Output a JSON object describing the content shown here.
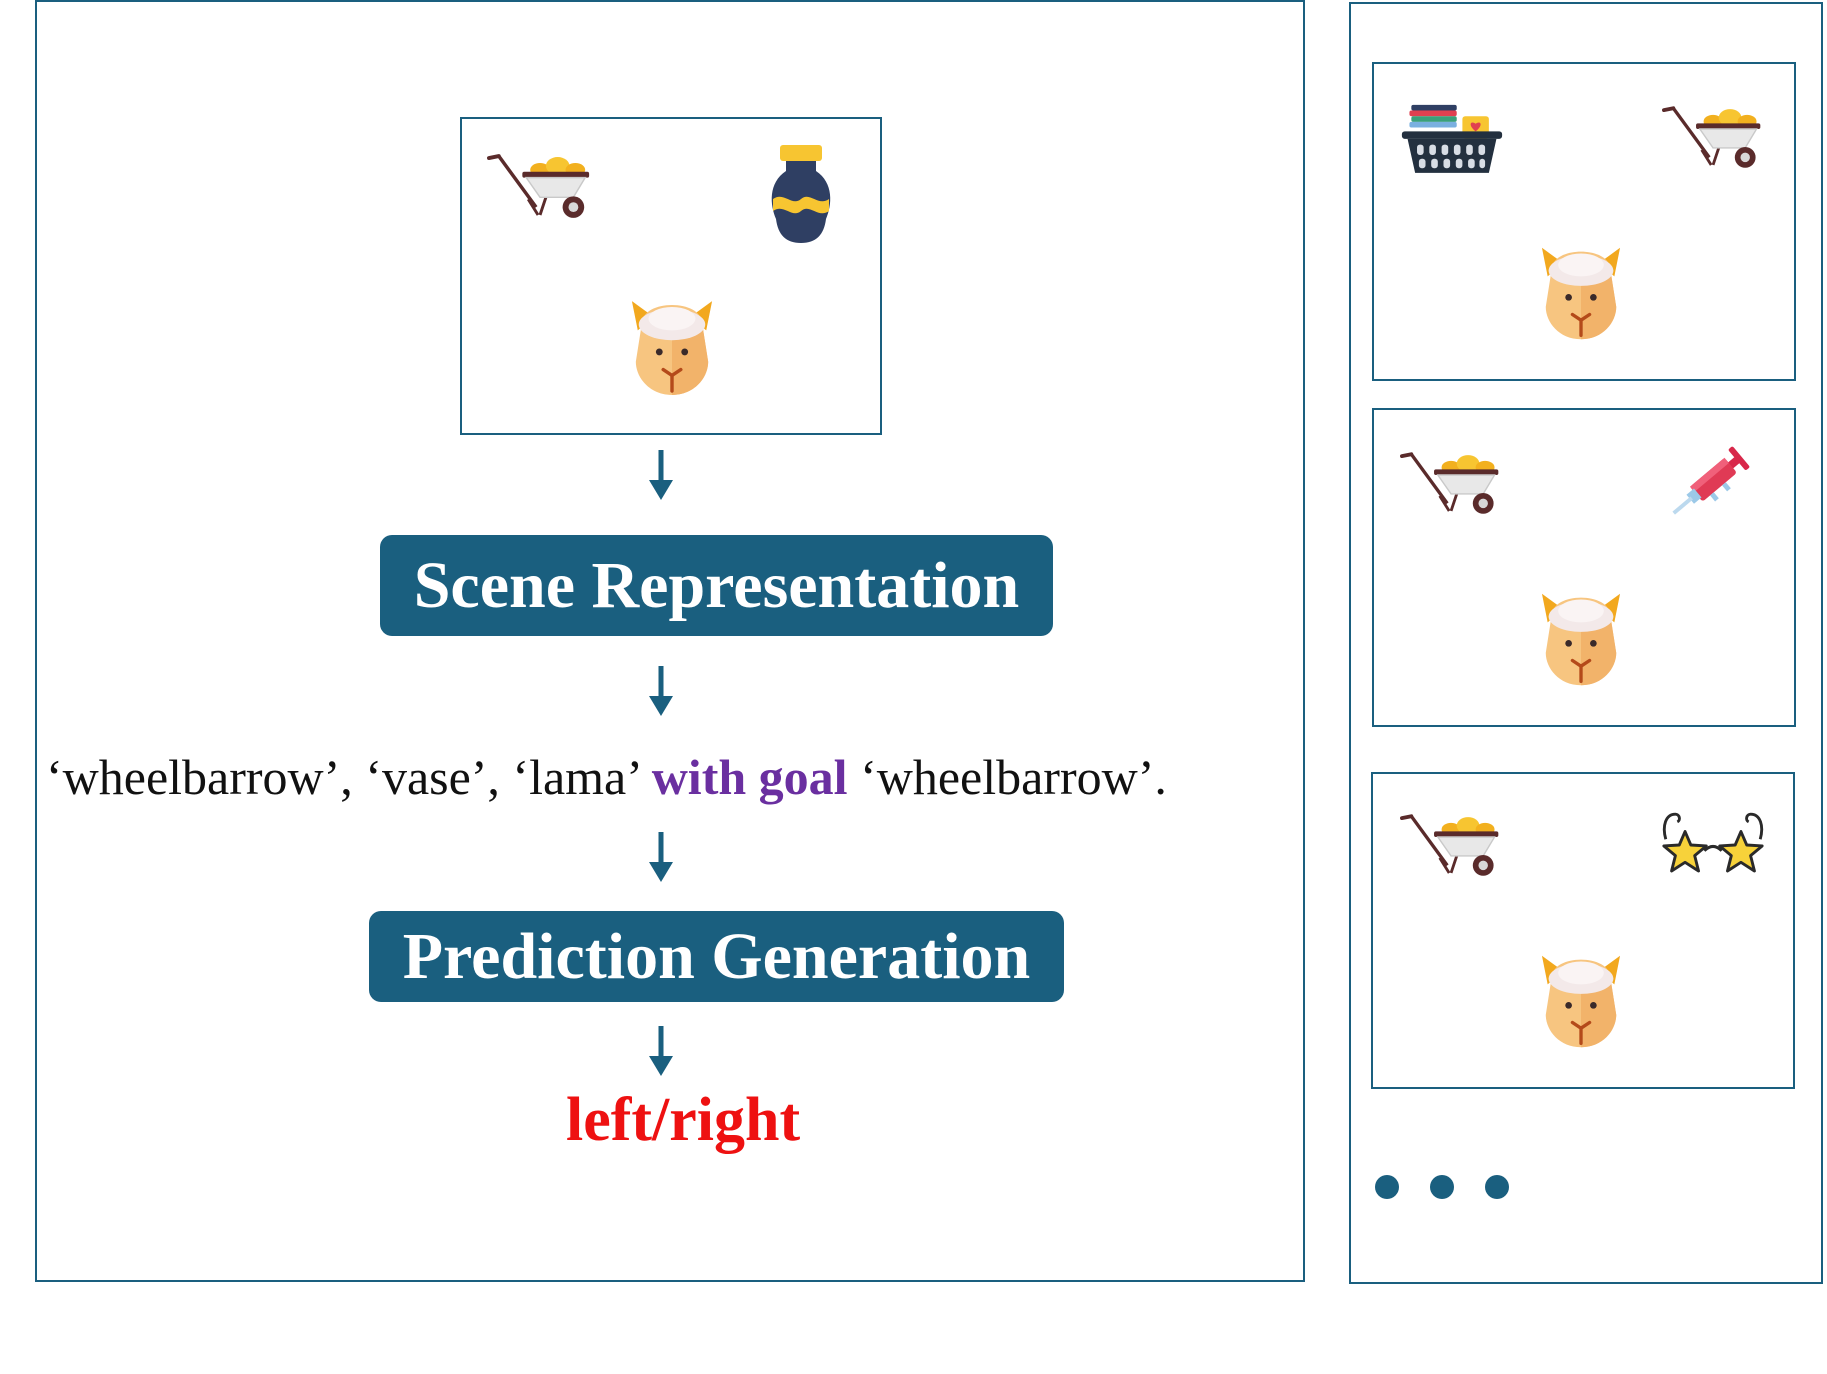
{
  "pipeline": {
    "scene_representation_label": "Scene Representation",
    "sentence": {
      "objects_text": "‘wheelbarrow’, ‘vase’, ‘lama’",
      "goal_keyword": "with goal",
      "goal_text": "‘wheelbarrow’."
    },
    "prediction_generation_label": "Prediction Generation",
    "output_label": "left/right"
  },
  "main_scene": {
    "icons": [
      "wheelbarrow-icon",
      "vase-icon",
      "lama-icon"
    ]
  },
  "scene_variants": [
    {
      "icons": [
        "laundry-basket-icon",
        "wheelbarrow-icon",
        "lama-icon"
      ]
    },
    {
      "icons": [
        "wheelbarrow-icon",
        "syringe-icon",
        "lama-icon"
      ]
    },
    {
      "icons": [
        "wheelbarrow-icon",
        "star-glasses-icon",
        "lama-icon"
      ]
    }
  ],
  "colors": {
    "accent": "#1a5f7f",
    "goal_keyword": "#6a2fa0",
    "output": "#ee1111"
  }
}
